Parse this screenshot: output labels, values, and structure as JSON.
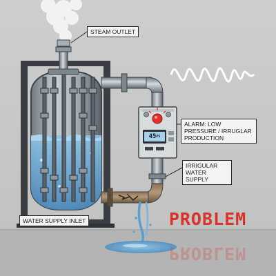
{
  "labels": {
    "steam_outlet": "STEAM OUTLET",
    "alarm": "ALARM: LOW PRESSURE / IRRUGLAR PRODUCTION",
    "water_supply": "IRRIGULAR WATER SUPPLY",
    "water_inlet": "WATER SUPPLY INLET"
  },
  "display": {
    "value": "45",
    "unit": "PS"
  },
  "banner": {
    "word": "PROBLEM"
  },
  "colors": {
    "problem_red": "#d9342b",
    "alarm_lamp": "#e8302a",
    "water": "#5b9ecf",
    "steel": "#9aa3aa"
  }
}
